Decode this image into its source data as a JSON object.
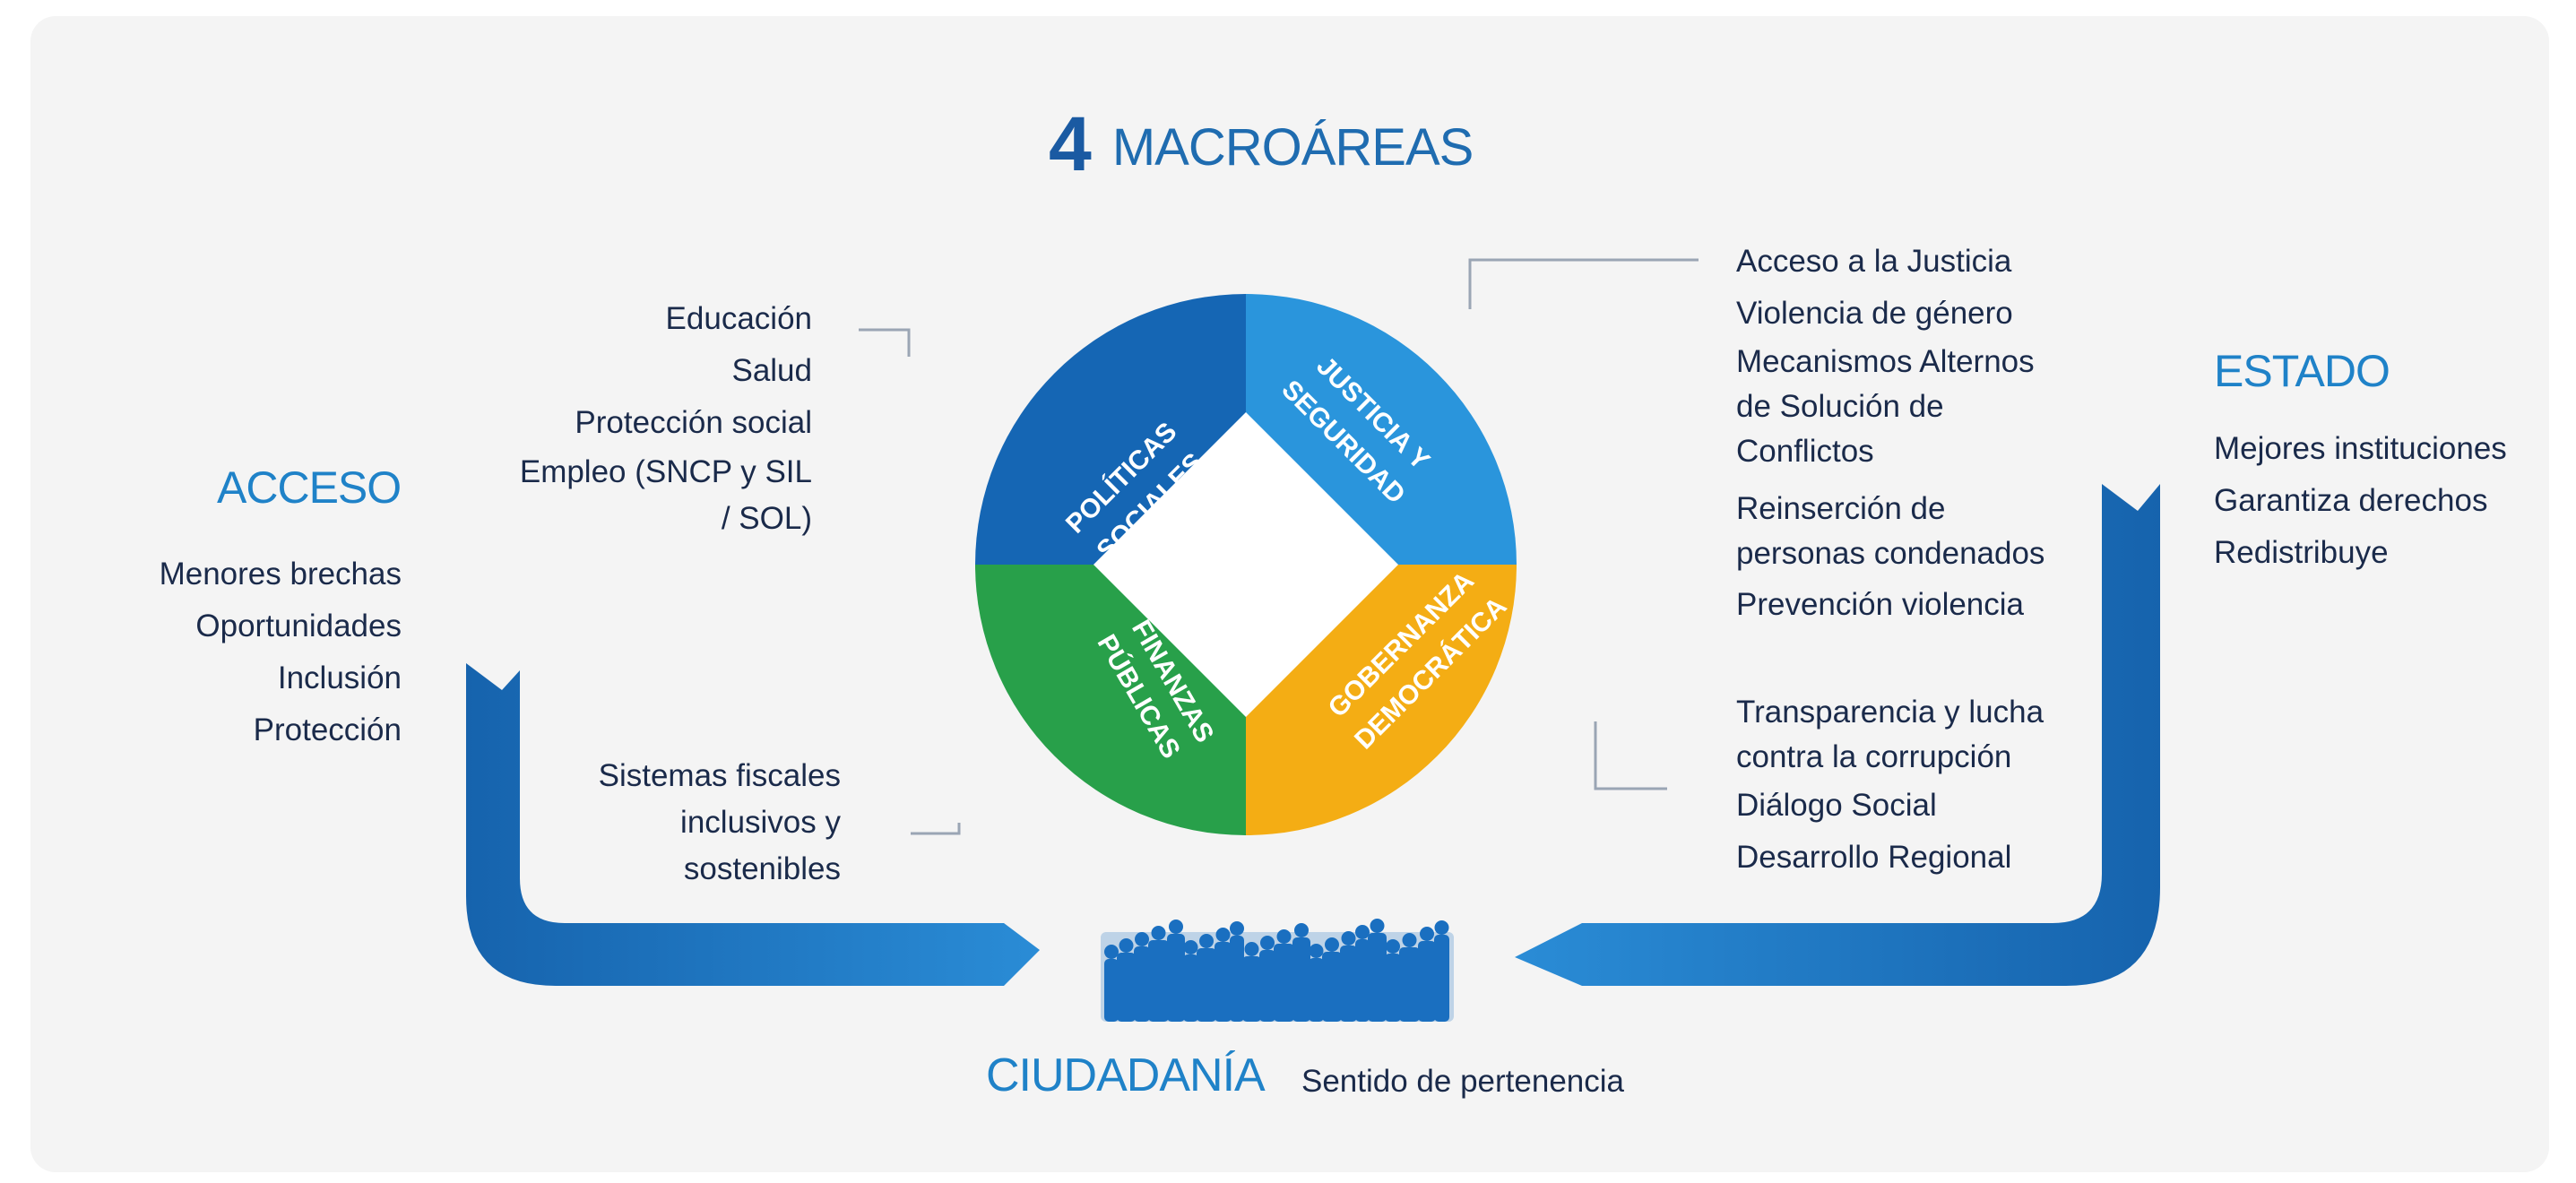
{
  "title": {
    "number": "4",
    "label": "MACROÁREAS"
  },
  "acceso": {
    "heading": "ACCESO",
    "items": [
      "Menores brechas",
      "Oportunidades",
      "Inclusión",
      "Protección"
    ]
  },
  "estado": {
    "heading": "ESTADO",
    "items": [
      "Mejores instituciones",
      "Garantiza derechos",
      "Redistribuye"
    ]
  },
  "ciudadania": {
    "heading": "CIUDADANÍA",
    "subtitle": "Sentido de pertenencia"
  },
  "politicas_sociales": {
    "label_line1": "POLÍTICAS",
    "label_line2": "SOCIALES",
    "color": "#1566b4",
    "items": [
      "Educación",
      "Salud",
      "Protección social",
      "Empleo (SNCP y SIL",
      "/ SOL)"
    ]
  },
  "justicia_seguridad": {
    "label_line1": "JUSTICIA Y",
    "label_line2": "SEGURIDAD",
    "color": "#2a95dc",
    "items": [
      "Acceso a la Justicia",
      "Violencia de género",
      "Mecanismos Alternos",
      "de Solución de",
      "Conflictos",
      "Reinserción de",
      "personas condenados",
      "Prevención violencia"
    ]
  },
  "finanzas_publicas": {
    "label_line1": "FINANZAS",
    "label_line2": "PÚBLICAS",
    "color": "#28a04a",
    "items": [
      "Sistemas fiscales",
      "inclusivos y",
      "sostenibles"
    ]
  },
  "gobernanza_democratica": {
    "label_line1": "GOBERNANZA",
    "label_line2": "DEMOCRÁTICA",
    "color": "#f4ad14",
    "items": [
      "Transparencia y lucha",
      "contra la corrupción",
      "Diálogo Social",
      "Desarrollo Regional"
    ]
  },
  "colors": {
    "arrow": "#1f7cc6",
    "heading": "#1f82c8",
    "text": "#1a2a4a",
    "panel": "#f4f4f4"
  },
  "icons": {
    "people": "crowd-silhouette-icon"
  }
}
